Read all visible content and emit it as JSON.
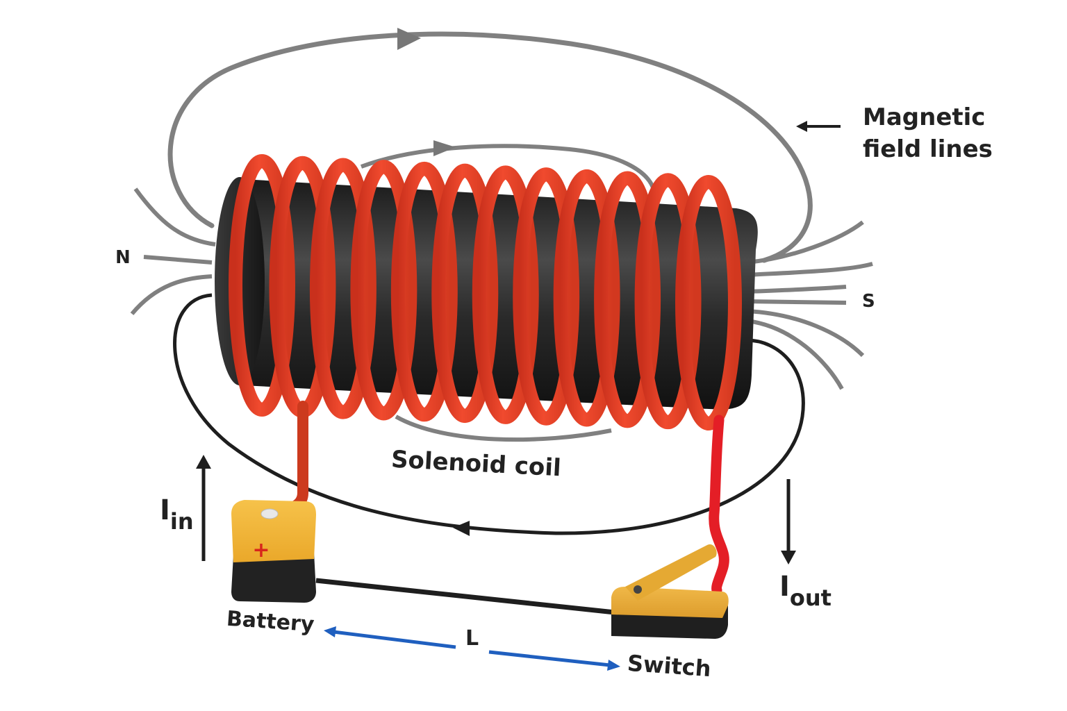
{
  "title": "Solenoid circuit with magnetic field lines",
  "labels": {
    "field_lines": [
      "Magnetic",
      "field lines"
    ],
    "north_pole": "N",
    "south_pole": "S",
    "solenoid": "Solenoid coil",
    "current_in_main": "I",
    "current_in_sub": "in",
    "current_out_main": "I",
    "current_out_sub": "out",
    "battery": "Battery",
    "switch": "Switch",
    "length": "L",
    "battery_polarity": "+"
  },
  "components": {
    "coil_turns": 12,
    "battery_terminal": "positive",
    "switch_state": "open"
  },
  "colors": {
    "coil": "#e8432a",
    "core": "#2a2a2a",
    "field_line": "#808080",
    "wire": "#1e1e1e",
    "lead_wire": "#e41e26",
    "battery_top": "#f2b532",
    "battery_bottom": "#222222",
    "switch_body": "#eaaa3a",
    "dimension_arrow": "#1f5fbf",
    "label_text": "#222222"
  }
}
